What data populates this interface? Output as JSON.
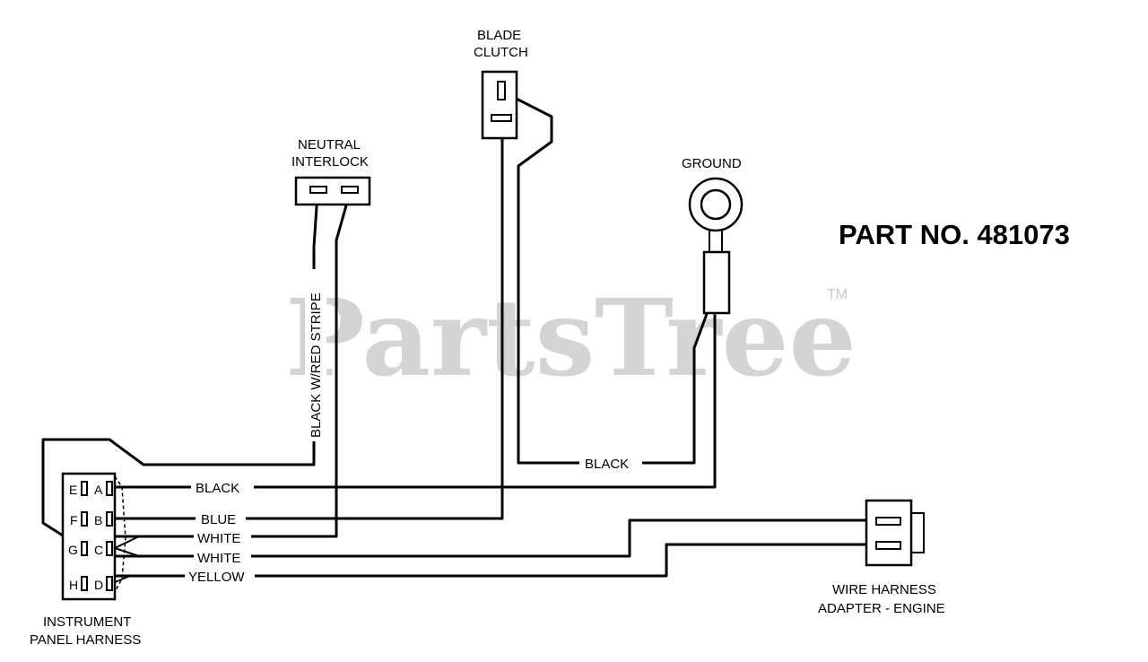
{
  "watermark": {
    "text": "PartsTree",
    "tm": "TM"
  },
  "part_number": "PART NO. 481073",
  "components": {
    "blade_clutch": [
      "BLADE",
      "CLUTCH"
    ],
    "neutral_interlock": [
      "NEUTRAL",
      "INTERLOCK"
    ],
    "ground": "GROUND",
    "instrument_panel_harness": [
      "INSTRUMENT",
      "PANEL HARNESS"
    ],
    "wire_harness_adapter": [
      "WIRE HARNESS",
      "ADAPTER - ENGINE"
    ]
  },
  "connector_pins": {
    "left": [
      "E",
      "F",
      "G",
      "H"
    ],
    "right": [
      "A",
      "B",
      "C",
      "D"
    ]
  },
  "wires": {
    "black_red_stripe": "BLACK W/RED STRIPE",
    "black_clutch_ground": "BLACK",
    "black_a": "BLACK",
    "blue_b": "BLUE",
    "white_c1": "WHITE",
    "white_c2": "WHITE",
    "yellow_d": "YELLOW"
  }
}
